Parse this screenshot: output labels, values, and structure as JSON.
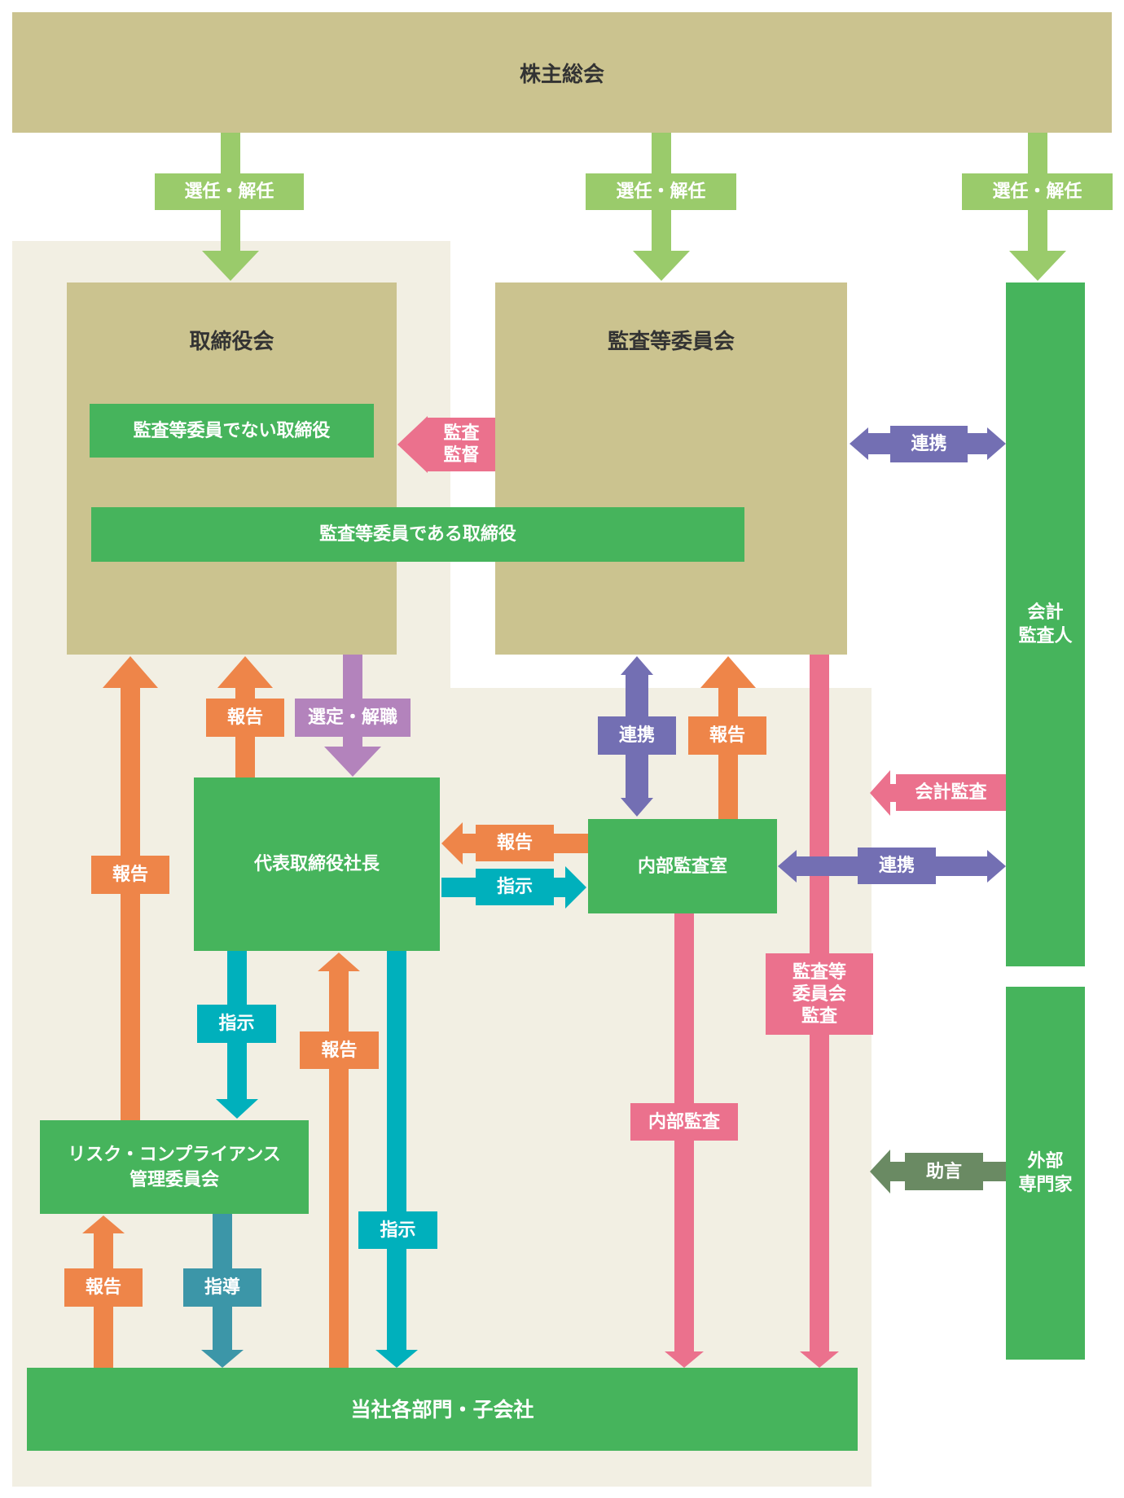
{
  "colors": {
    "tan": "#CBC38F",
    "light_bg": "#F2EFE3",
    "green": "#46B45C",
    "light_green": "#9ACB6B",
    "orange": "#EE8549",
    "cyan": "#00B0BC",
    "pink": "#EB718D",
    "purple": "#736FB3",
    "lilac": "#B383BC",
    "teal": "#3C96A8",
    "dark_green": "#6A8A63"
  },
  "nodes": {
    "shareholders_meeting": "株主総会",
    "board": "取締役会",
    "audit_committee": "監査等委員会",
    "non_audit_directors": "監査等委員でない取締役",
    "audit_directors": "監査等委員である取締役",
    "accounting_auditor": "会計\n監査人",
    "external_experts": "外部\n専門家",
    "president": "代表取締役社長",
    "internal_audit": "内部監査室",
    "risk_committee": "リスク・コンプライアンス\n管理委員会",
    "departments": "当社各部門・子会社"
  },
  "labels": {
    "elect_1": "選任・解任",
    "elect_2": "選任・解任",
    "elect_3": "選任・解任",
    "audit_supervise": "監査\n監督",
    "coop_auditor": "連携",
    "select_dismiss": "選定・解職",
    "report_pres_board": "報告",
    "report_risk_board": "報告",
    "coop_ac_ia": "連携",
    "report_ia_ac": "報告",
    "accounting_audit": "会計監査",
    "report_ia_pres": "報告",
    "instruct_pres_ia": "指示",
    "coop_ia_auditor": "連携",
    "ac_audit": "監査等\n委員会\n監査",
    "instruct_pres_risk": "指示",
    "report_dept_pres": "報告",
    "internal_audit_label": "内部監査",
    "advice": "助言",
    "instruct_pres_dept": "指示",
    "report_dept_risk": "報告",
    "guidance": "指導"
  }
}
